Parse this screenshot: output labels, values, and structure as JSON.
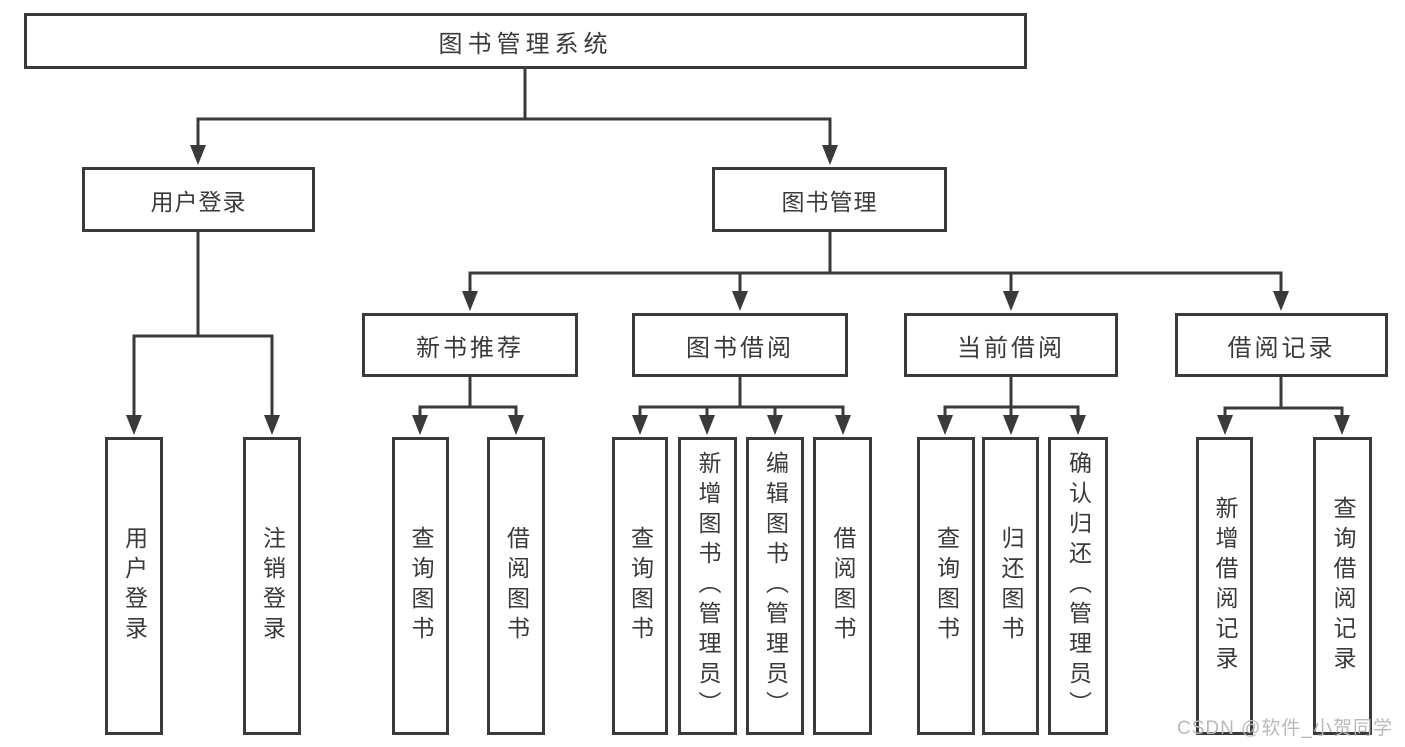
{
  "diagram": {
    "root": {
      "label": "图书管理系统"
    },
    "branches": [
      {
        "label": "用户登录",
        "children": [
          {
            "label": "用户登录"
          },
          {
            "label": "注销登录"
          }
        ]
      },
      {
        "label": "图书管理",
        "children": [
          {
            "label": "新书推荐",
            "children": [
              {
                "label": "查询图书"
              },
              {
                "label": "借阅图书"
              }
            ]
          },
          {
            "label": "图书借阅",
            "children": [
              {
                "label": "查询图书"
              },
              {
                "label": "新增图书（管理员）"
              },
              {
                "label": "编辑图书（管理员）"
              },
              {
                "label": "借阅图书"
              }
            ]
          },
          {
            "label": "当前借阅",
            "children": [
              {
                "label": "查询图书"
              },
              {
                "label": "归还图书"
              },
              {
                "label": "确认归还（管理员）"
              }
            ]
          },
          {
            "label": "借阅记录",
            "children": [
              {
                "label": "新增借阅记录"
              },
              {
                "label": "查询借阅记录"
              }
            ]
          }
        ]
      }
    ]
  },
  "watermark": {
    "text": "CSDN @软件_小贺同学"
  },
  "colors": {
    "line": "#3a3a3a",
    "text": "#3a3a3a",
    "background": "#ffffff",
    "watermark": "#b9b9b9"
  }
}
